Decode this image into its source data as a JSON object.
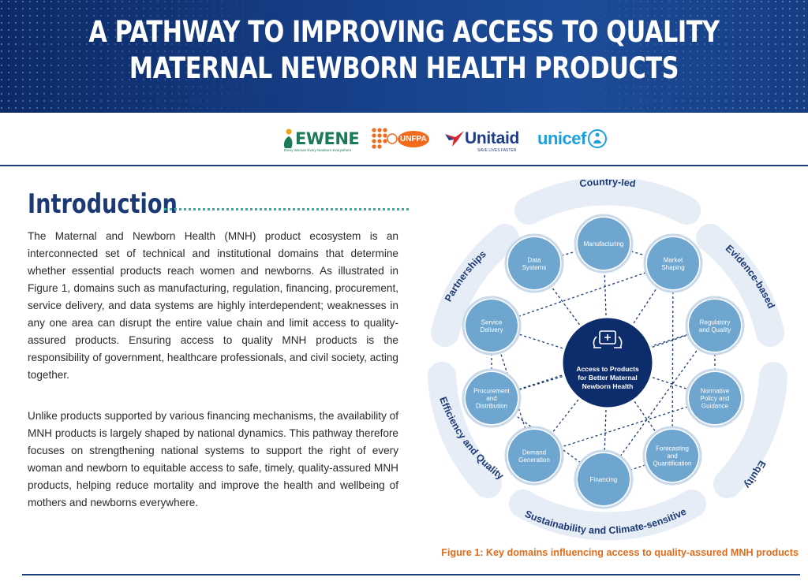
{
  "header": {
    "title_line1": "A PATHWAY TO IMPROVING ACCESS TO QUALITY",
    "title_line2": "MATERNAL NEWBORN HEALTH PRODUCTS"
  },
  "logos": {
    "ewene": "EWENE",
    "ewene_tagline": "Every Woman Every Newborn Everywhere",
    "unfpa": "UNFPA",
    "unitaid": "Unitaid",
    "unitaid_tagline": "SAVE LIVES FASTER",
    "unicef": "unicef"
  },
  "intro": {
    "heading": "Introduction",
    "paragraph1": "The Maternal and Newborn Health (MNH) product ecosystem is an interconnected set of technical and institutional domains that determine whether essential products reach women and newborns. As illustrated in Figure 1, domains such as manufacturing, regulation, financing, procurement, service delivery, and data systems are highly interdependent; weaknesses in any one area can disrupt the entire value chain and limit access to quality-assured products. Ensuring access to quality MNH products is the responsibility of government, healthcare professionals, and civil society, acting together.",
    "paragraph2": "Unlike products supported by various financing mechanisms, the availability of MNH products is largely shaped by national dynamics. This pathway therefore focuses on strengthening national systems to support the right of every woman and newborn to equitable access to safe, timely, quality-assured MNH products, helping reduce mortality and improve the health and wellbeing of mothers and newborns everywhere."
  },
  "figure": {
    "hub_lines": [
      "Access to Products",
      "for Better Maternal",
      "Newborn Health"
    ],
    "ring_labels": {
      "top": "Country-led",
      "right_upper": "Evidence-based",
      "right_lower": "Equity",
      "bottom": "Sustainability and Climate-sensitive",
      "left_lower": "Efficiency and Quality",
      "left_upper": "Partnerships"
    },
    "nodes": [
      {
        "id": "manufacturing",
        "lines": [
          "Manufacturing"
        ]
      },
      {
        "id": "market-shaping",
        "lines": [
          "Market",
          "Shaping"
        ]
      },
      {
        "id": "regulatory",
        "lines": [
          "Regulatory",
          "and Quality"
        ]
      },
      {
        "id": "normative",
        "lines": [
          "Normative",
          "Policy and",
          "Guidance"
        ]
      },
      {
        "id": "forecasting",
        "lines": [
          "Forecasting",
          "and",
          "Quantification"
        ]
      },
      {
        "id": "financing",
        "lines": [
          "Financing"
        ]
      },
      {
        "id": "demand",
        "lines": [
          "Demand",
          "Generation"
        ]
      },
      {
        "id": "procurement",
        "lines": [
          "Procurement",
          "and",
          "Distribution"
        ]
      },
      {
        "id": "service-delivery",
        "lines": [
          "Service",
          "Delivery"
        ]
      },
      {
        "id": "data-systems",
        "lines": [
          "Data",
          "Systems"
        ]
      }
    ],
    "caption": "Figure 1: Key domains influencing access to quality-assured MNH products"
  },
  "colors": {
    "navy": "#1b3a75",
    "hub": "#0d2c6b",
    "node": "#6fa6cf",
    "ring": "#e6edf6",
    "accent_orange": "#e06c1c",
    "teal_dots": "#2bb3a3"
  }
}
